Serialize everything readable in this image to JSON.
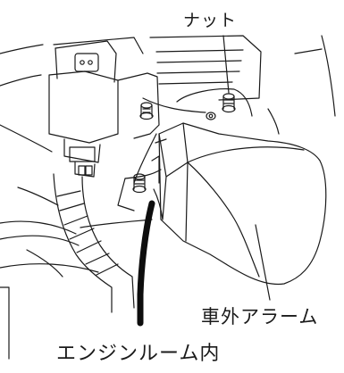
{
  "labels": {
    "nut": "ナット",
    "external_alarm": "車外アラーム",
    "engine_room": "エンジンルーム内"
  },
  "colors": {
    "line": "#1a1a1a",
    "cable": "#0d0d0d",
    "background": "#ffffff"
  }
}
